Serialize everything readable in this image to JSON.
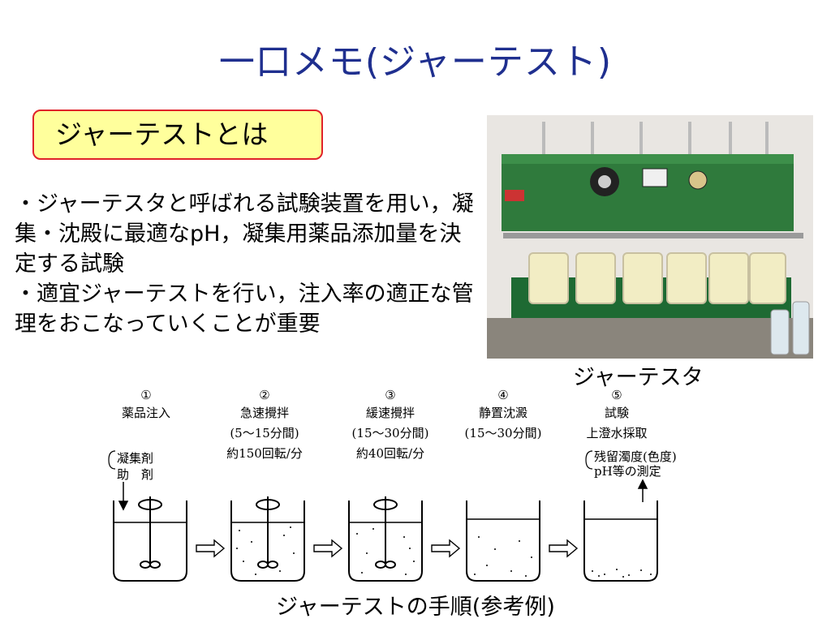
{
  "slide": {
    "title": "一口メモ(ジャーテスト)",
    "callout": "ジャーテストとは",
    "body": [
      "・ジャーテスタと呼ばれる試験装置を用い，凝集・沈殿に最適なpH，凝集用薬品添加量を決定する試験",
      "・適宜ジャーテストを行い，注入率の適正な管理をおこなっていくことが重要"
    ],
    "photo_caption": "ジャーテスタ",
    "diagram_caption": "ジャーテストの手順(参考例)"
  },
  "steps": [
    {
      "num": "①",
      "name": "薬品注入",
      "lines": []
    },
    {
      "num": "②",
      "name": "急速攪拌",
      "lines": [
        "(5～15分間)",
        "約150回転/分"
      ]
    },
    {
      "num": "③",
      "name": "緩速攪拌",
      "lines": [
        "(15～30分間)",
        "約40回転/分"
      ]
    },
    {
      "num": "④",
      "name": "静置沈澱",
      "lines": [
        "(15～30分間)"
      ]
    },
    {
      "num": "⑤",
      "name": "試験",
      "lines": [
        "上澄水採取"
      ]
    }
  ],
  "step_notes": {
    "chemicals": [
      "凝集剤",
      "助　剤"
    ],
    "measure": [
      "残留濁度(色度)",
      "pH等の測定"
    ]
  }
}
